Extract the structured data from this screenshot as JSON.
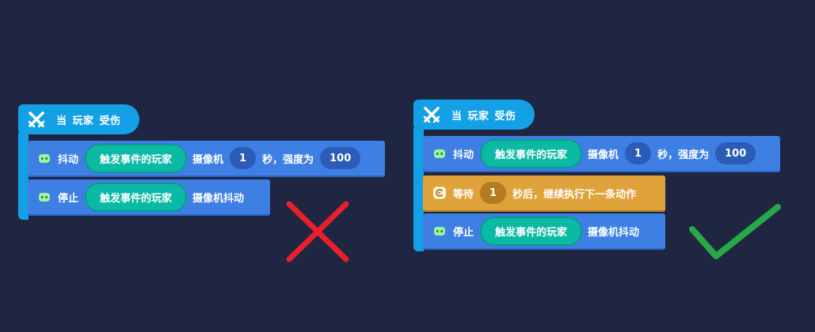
{
  "left_stack": {
    "hat": {
      "words": [
        "当",
        "玩家",
        "受伤"
      ]
    },
    "block1": {
      "action": "抖动",
      "target": "触发事件的玩家",
      "mid": "摄像机",
      "duration": "1",
      "after": "秒，强度为",
      "strength": "100"
    },
    "block2": {
      "action": "停止",
      "target": "触发事件的玩家",
      "after": "摄像机抖动"
    }
  },
  "right_stack": {
    "hat": {
      "words": [
        "当",
        "玩家",
        "受伤"
      ]
    },
    "block1": {
      "action": "抖动",
      "target": "触发事件的玩家",
      "mid": "摄像机",
      "duration": "1",
      "after": "秒，强度为",
      "strength": "100"
    },
    "wait_block": {
      "action": "等待",
      "duration": "1",
      "after": "秒后，继续执行下一条动作"
    },
    "block3": {
      "action": "停止",
      "target": "触发事件的玩家",
      "after": "摄像机抖动"
    }
  },
  "colors": {
    "background": "#1f2641",
    "event_hat": "#14a0e6",
    "action_block": "#3e7fe3",
    "wait_block": "#e0a33b",
    "player_pill": "#0bbaa4",
    "wrong_mark": "#e8202b",
    "right_mark": "#29a84a"
  },
  "icons": {
    "event": "swords-crossed-icon",
    "camera": "robot-head-icon",
    "wait": "timer-icon",
    "wrong": "red-x-mark-icon",
    "right": "green-check-mark-icon"
  }
}
